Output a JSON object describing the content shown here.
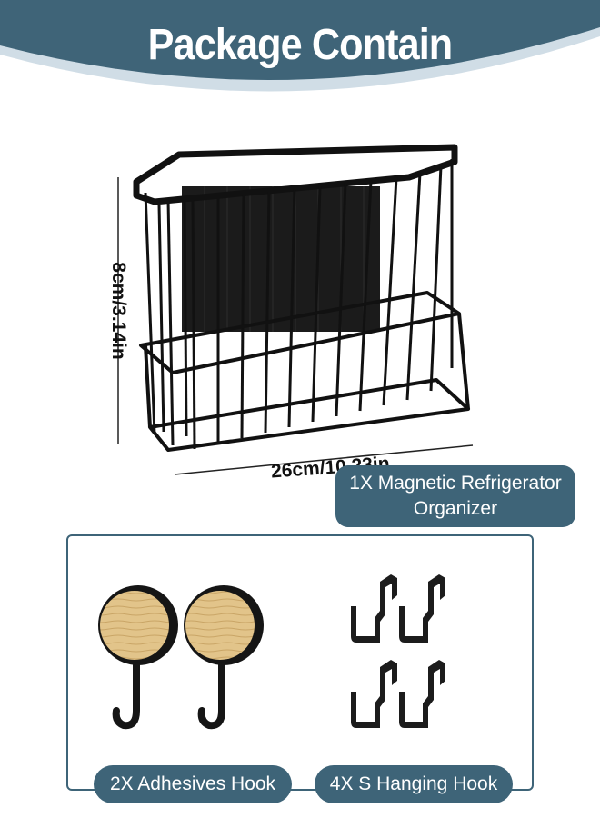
{
  "header": {
    "title": "Package Contain"
  },
  "main_item": {
    "height_label": "8cm/3.14in",
    "width_label": "26cm/10.23in",
    "name_line1": "1X Magnetic Refrigerator",
    "name_line2": "Organizer"
  },
  "accessories": {
    "adhesive_label": "2X Adhesives Hook",
    "s_hook_label": "4X S Hanging Hook"
  },
  "colors": {
    "accent": "#3e6478",
    "header_blue": "#3f6478",
    "wood": "#e2c48a"
  }
}
